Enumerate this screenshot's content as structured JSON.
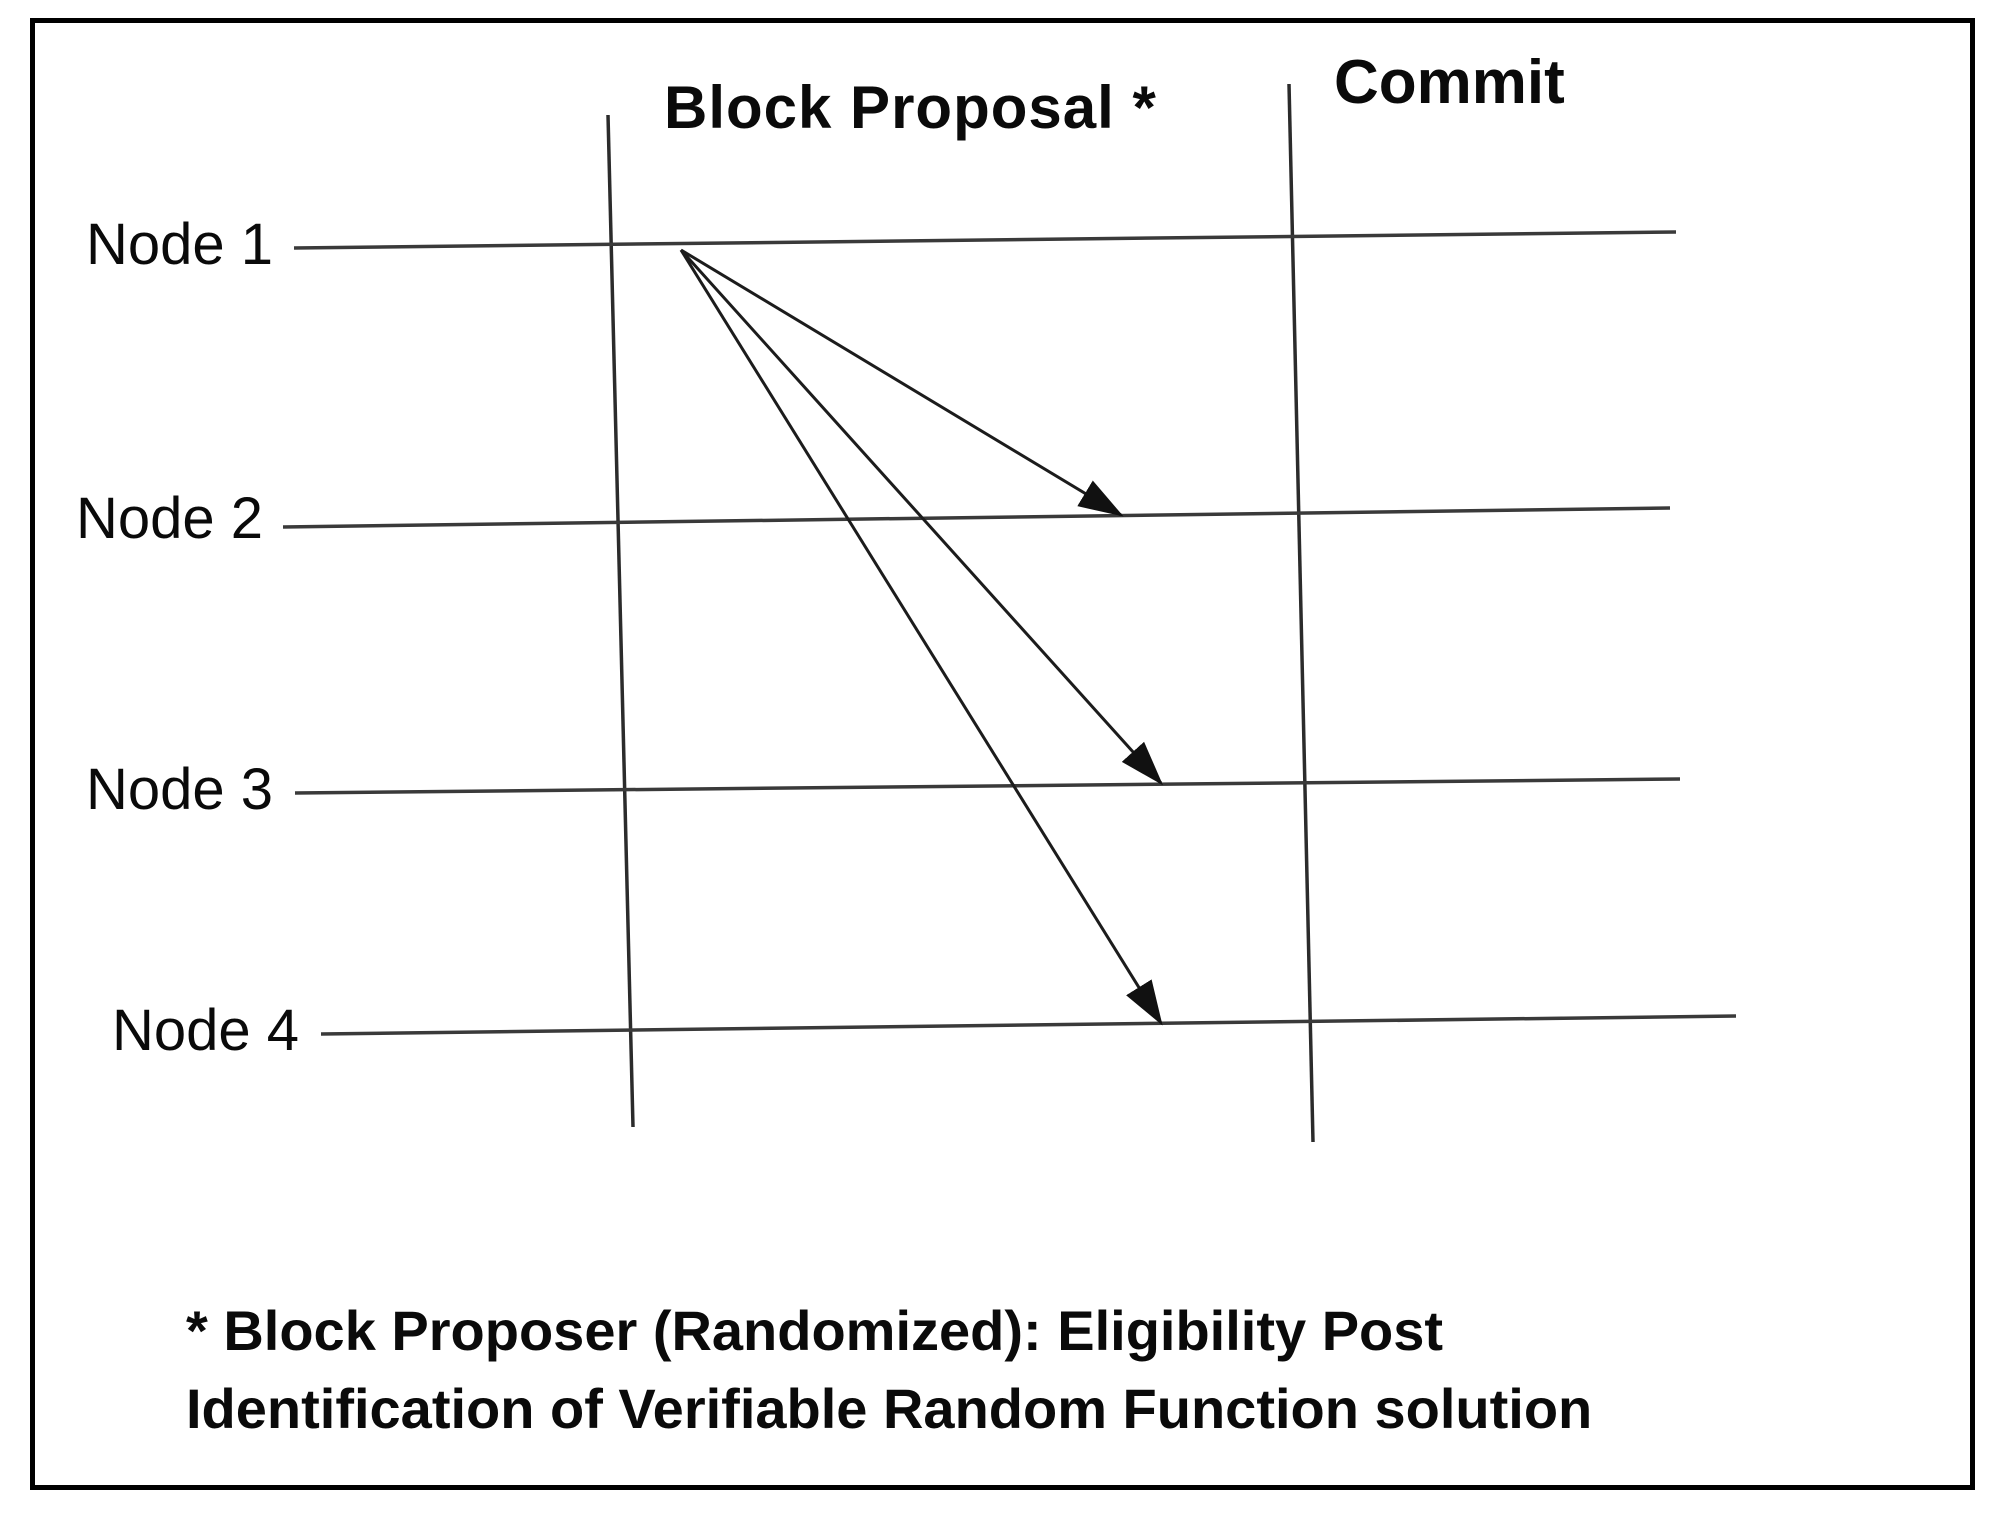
{
  "diagram": {
    "phases": [
      {
        "label": "Block Proposal *"
      },
      {
        "label": "Commit"
      }
    ],
    "nodes": [
      {
        "label": "Node 1"
      },
      {
        "label": "Node 2"
      },
      {
        "label": "Node 3"
      },
      {
        "label": "Node 4"
      }
    ],
    "arrows": [
      {
        "from": "Node 1",
        "to": "Node 2",
        "phase": "Block Proposal"
      },
      {
        "from": "Node 1",
        "to": "Node 3",
        "phase": "Block Proposal"
      },
      {
        "from": "Node 1",
        "to": "Node 4",
        "phase": "Block Proposal"
      }
    ],
    "footnote": {
      "line1": "* Block Proposer (Randomized): Eligibility Post",
      "line2": "Identification of Verifiable Random Function solution"
    },
    "colors": {
      "ink": "#000000",
      "lifeline": "#3a3a3a",
      "boundary": "#2b2b2b",
      "arrow": "#1c1c1c",
      "background": "#ffffff"
    }
  }
}
